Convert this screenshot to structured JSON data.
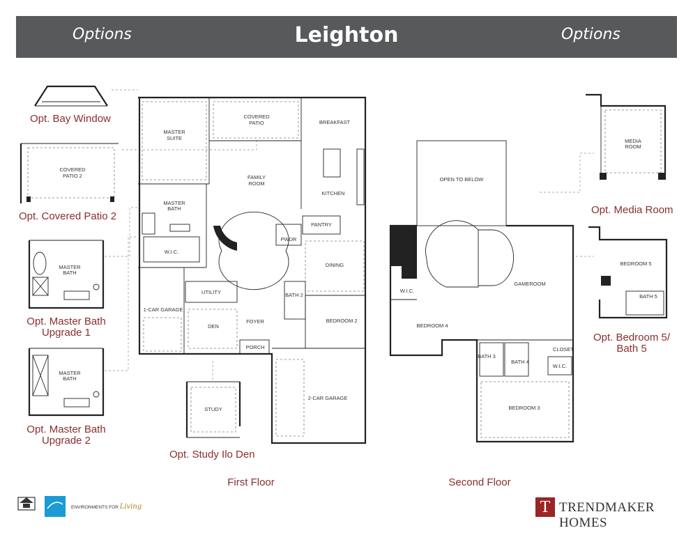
{
  "header": {
    "left_label": "Options",
    "title": "Leighton",
    "right_label": "Options"
  },
  "option_labels": {
    "bay_window": "Opt. Bay Window",
    "covered_patio_2": "Opt. Covered Patio 2",
    "master_bath_upgrade_1_line1": "Opt. Master Bath",
    "master_bath_upgrade_1_line2": "Upgrade 1",
    "master_bath_upgrade_2_line1": "Opt. Master Bath",
    "master_bath_upgrade_2_line2": "Upgrade 2",
    "study_or_den": "Opt. Study Ilo Den",
    "media_room": "Opt. Media Room",
    "bedroom5_line1": "Opt. Bedroom 5/",
    "bedroom5_line2": "Bath 5"
  },
  "floors": {
    "first": "First Floor",
    "second": "Second Floor"
  },
  "rooms_first": {
    "master_suite_1": "MASTER",
    "master_suite_2": "SUITE",
    "covered_patio_1": "COVERED",
    "covered_patio_2": "PATIO",
    "breakfast": "BREAKFAST",
    "family_1": "FAMILY",
    "family_2": "ROOM",
    "kitchen": "KITCHEN",
    "master_bath_1": "MASTER",
    "master_bath_2": "BATH",
    "wic": "W.I.C.",
    "pantry": "PANTRY",
    "pwdr": "PWDR",
    "dining": "DINING",
    "utility": "UTILITY",
    "one_car_garage": "1-CAR GARAGE",
    "den": "DEN",
    "foyer": "FOYER",
    "bath2": "BATH 2",
    "bedroom2": "BEDROOM 2",
    "porch": "PORCH",
    "two_car_garage": "2-CAR GARAGE"
  },
  "rooms_second": {
    "open_to_below": "OPEN TO BELOW",
    "gameroom": "GAMEROOM",
    "wic": "W.I.C.",
    "bedroom4": "BEDROOM 4",
    "bath3": "BATH 3",
    "bath4": "BATH 4",
    "wic2": "W.I.C.",
    "bedroom3": "BEDROOM 3",
    "closet": "CLOSET"
  },
  "rooms_options": {
    "covered_patio2_1": "COVERED",
    "covered_patio2_2": "PATIO 2",
    "mb1_1": "MASTER",
    "mb1_2": "BATH",
    "mb2_1": "MASTER",
    "mb2_2": "BATH",
    "study": "STUDY",
    "media_1": "MEDIA",
    "media_2": "ROOM",
    "bedroom5": "BEDROOM 5",
    "bath5": "BATH 5"
  },
  "footer": {
    "env_text": "ENVIRONMENTS FOR",
    "env_script": "Living",
    "brand_letter": "T",
    "brand_name": "TRENDMAKER HOMES"
  }
}
